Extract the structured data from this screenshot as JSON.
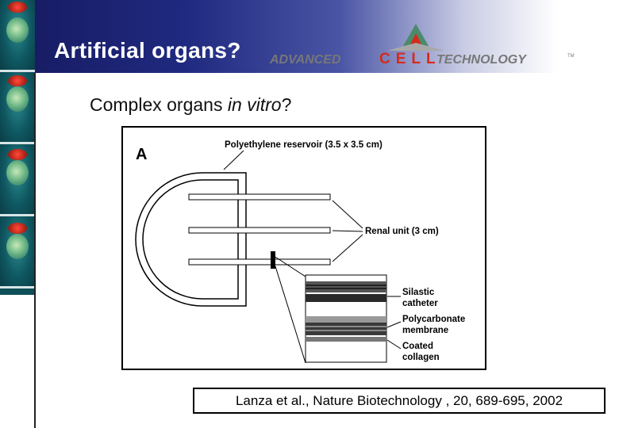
{
  "slide": {
    "title": "Artificial organs?",
    "subtitle_plain": "Complex organs ",
    "subtitle_italic": "in vitro",
    "subtitle_end": "?",
    "logo": {
      "word1": "ADVANCED",
      "word2": "CELL",
      "word3": "TECHNOLOGY",
      "tm": "TM",
      "colors": {
        "red": "#d62a1a",
        "green": "#4b8a6a",
        "gray": "#888888"
      }
    },
    "figure": {
      "panel_label": "A",
      "reservoir_label": "Polyethylene reservoir (3.5 x 3.5 cm)",
      "renal_label": "Renal unit (3 cm)",
      "layers": [
        "Silastic",
        "catheter",
        "Polycarbonate",
        "membrane",
        "Coated",
        "collagen"
      ]
    },
    "citation": "Lanza et al., Nature Biotechnology , 20, 689-695, 2002"
  },
  "colors": {
    "header_dark": "#16195e",
    "header_mid": "#4a55a5",
    "strip": "#0f4f58"
  }
}
